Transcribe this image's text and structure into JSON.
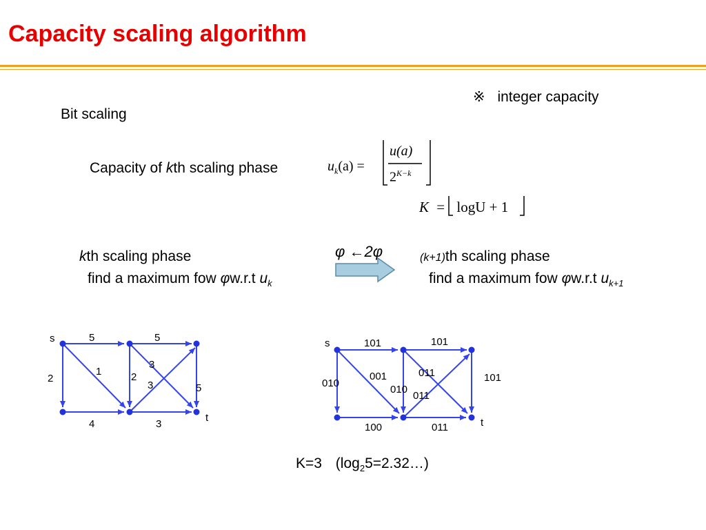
{
  "title": "Capacity scaling algorithm",
  "note": {
    "symbol": "※",
    "text": "integer capacity"
  },
  "bit_scaling": "Bit scaling",
  "capacity_line": {
    "prefix": "Capacity of ",
    "k": "k",
    "suffix": "th scaling phase"
  },
  "formula1": {
    "lhs_u": "u",
    "lhs_sub": "k",
    "lhs_arg": "(a) =",
    "numer": "u(a)",
    "denom_base": "2",
    "denom_exp": "K−k"
  },
  "formula2": {
    "lhs": "K",
    "eq": "=",
    "body": "logU + 1"
  },
  "phase_left": {
    "k": "k",
    "label": "th scaling phase",
    "line2_prefix": "find a maximum fow ",
    "phi": "φ",
    "line2_mid": "w.r.t ",
    "u": "u",
    "sub": "k"
  },
  "phase_right": {
    "kplus": "(k+1)",
    "label": "th scaling phase",
    "line2_prefix": "find a maximum fow ",
    "phi": "φ",
    "line2_mid": "w.r.t ",
    "u": "u",
    "sub": "k+1"
  },
  "update_rule": "φ ←2φ",
  "graph_left": {
    "source": "s",
    "sink": "t",
    "edge_labels": [
      "5",
      "5",
      "2",
      "1",
      "2",
      "3",
      "3",
      "5",
      "4",
      "3"
    ]
  },
  "graph_right": {
    "source": "s",
    "sink": "t",
    "edge_labels": [
      "101",
      "101",
      "010",
      "001",
      "010",
      "011",
      "011",
      "101",
      "100",
      "011"
    ]
  },
  "footer": {
    "k": "K=3",
    "open": "(log",
    "sub": "2",
    "rest": "5=2.32…)"
  },
  "colors": {
    "title": "#e60000",
    "rule": "#f0a020",
    "edge": "#3344ee",
    "node": "#2233dd",
    "arrow_fill": "#a9cde0",
    "arrow_stroke": "#5a8aa6"
  }
}
